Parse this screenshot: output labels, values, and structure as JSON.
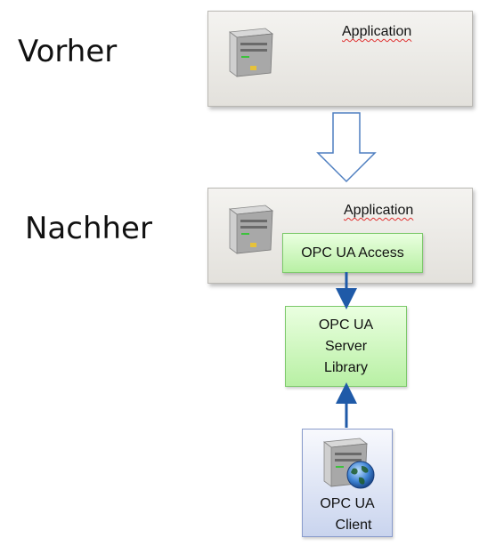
{
  "before": {
    "heading": "Vorher",
    "app_label": "Application"
  },
  "after": {
    "heading": "Nachher",
    "app_label": "Application",
    "access_label": "OPC UA Access",
    "library_lines": [
      "OPC UA",
      "Server",
      "Library"
    ],
    "client_lines": [
      "OPC UA",
      "Client"
    ]
  },
  "icons": [
    "server-icon",
    "globe-icon",
    "hollow-down-arrow",
    "blue-arrow"
  ],
  "colors": {
    "green_fill": "#b8f0a4",
    "green_border": "#7cc96a",
    "client_fill": "#c9d4ee",
    "arrow_blue": "#1f5aa8"
  }
}
